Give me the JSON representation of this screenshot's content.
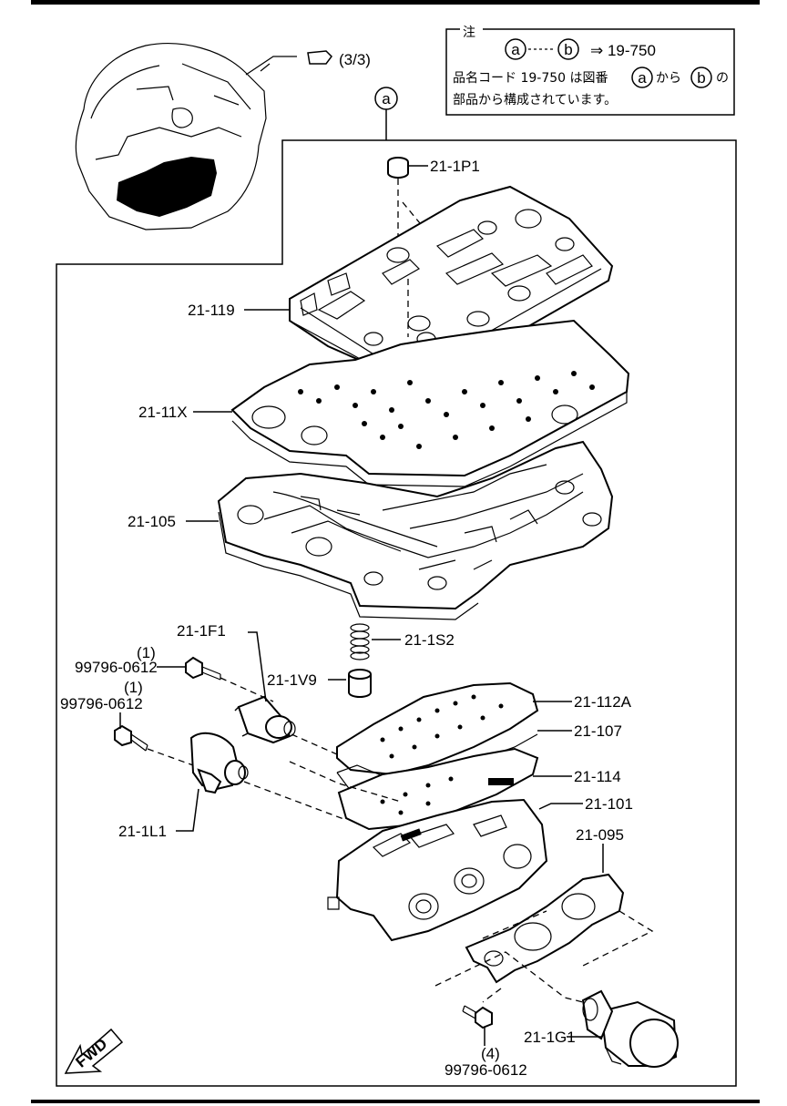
{
  "note": {
    "header": "注",
    "circle_a": "a",
    "circle_b": "b",
    "arrow_ref": "⇒ 19-750",
    "line2_prefix": "品名コード 19-750 は図番",
    "line2_mid": "から",
    "line2_suffix": "の",
    "line3": "部品から構成されています。"
  },
  "overview": {
    "ref": "(3/3)"
  },
  "callout_a": "a",
  "labels": {
    "p1": "21-1P1",
    "p119": "21-119",
    "p11x": "21-11X",
    "p105": "21-105",
    "p1f1": "21-1F1",
    "p1s2": "21-1S2",
    "p1v9": "21-1V9",
    "p112a": "21-112A",
    "p107": "21-107",
    "p114": "21-114",
    "p101": "21-101",
    "p095": "21-095",
    "p1l1": "21-1L1",
    "p1g1": "21-1G1",
    "bolt1_qty": "(1)",
    "bolt1_num": "99796-0612",
    "bolt2_qty": "(1)",
    "bolt2_num": "99796-0612",
    "bolt3_qty": "(4)",
    "bolt3_num": "99796-0612"
  },
  "fwd": "FWD"
}
